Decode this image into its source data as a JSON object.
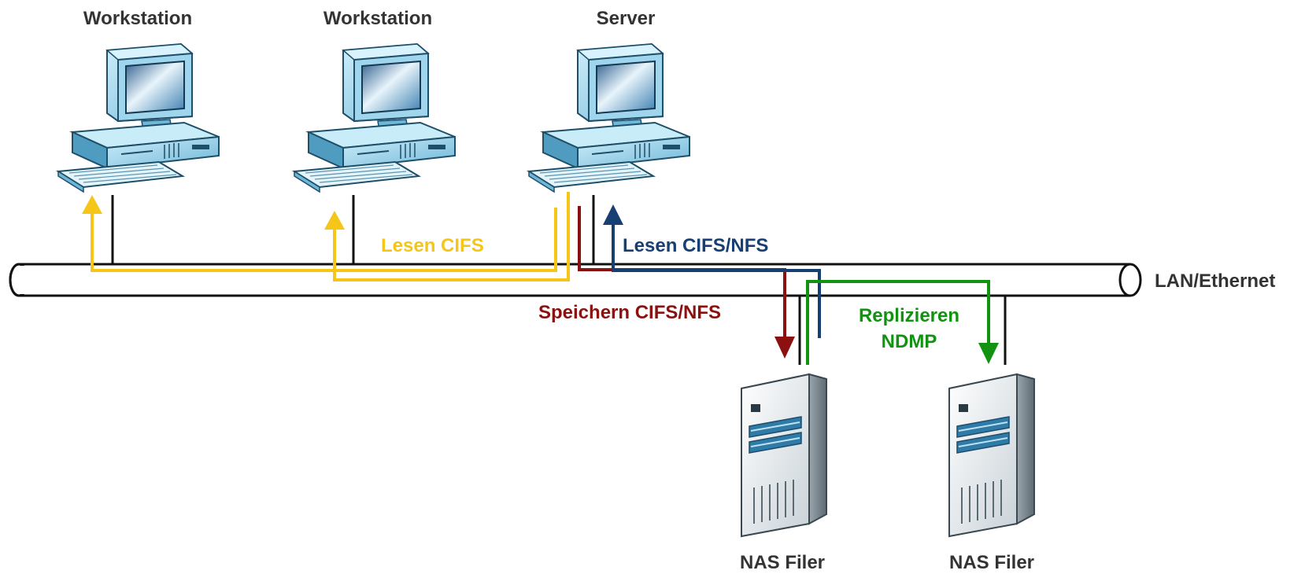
{
  "nodes": {
    "workstation_1": {
      "label": "Workstation"
    },
    "workstation_2": {
      "label": "Workstation"
    },
    "server": {
      "label": "Server"
    },
    "nas_1": {
      "label": "NAS Filer"
    },
    "nas_2": {
      "label": "NAS Filer"
    }
  },
  "network": {
    "label": "LAN/Ethernet"
  },
  "flows": {
    "read_cifs": {
      "label": "Lesen CIFS",
      "color": "#F5C518"
    },
    "read_cifs_nfs": {
      "label": "Lesen CIFS/NFS",
      "color": "#173F73"
    },
    "store_cifs_nfs": {
      "label": "Speichern CIFS/NFS",
      "color": "#8B1010"
    },
    "replicate": {
      "label_line1": "Replizieren",
      "label_line2": "NDMP",
      "color": "#119311"
    }
  },
  "colors": {
    "pc_body": "#A9DDF2",
    "pc_dark": "#3F8FB5",
    "server_body": "#E9EEF1",
    "server_accent": "#2F7BA8"
  }
}
